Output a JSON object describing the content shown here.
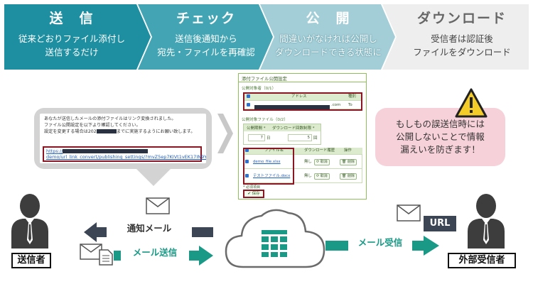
{
  "steps": [
    {
      "title": "送　信",
      "desc": "従来どおりファイル添付し\n送信するだけ",
      "color": "#1e8ea1"
    },
    {
      "title": "チェック",
      "desc": "送信後通知から\n宛先・ファイルを再確認",
      "color": "#43a4b3"
    },
    {
      "title": "公　開",
      "desc": "間違いがなければ公開し\nダウンロードできる状態に",
      "color": "#a4ced7"
    },
    {
      "title": "ダウンロード",
      "desc": "受信者は認証後\nファイルをダウンロード",
      "color": "#eeeeee"
    }
  ],
  "email_preview": {
    "line1": "あなたが送信したメールの添付ファイルはリンク変換されました。",
    "line2": "ファイル公開設定を以下より確認してください。",
    "line3_prefix": "設定を変更する場合は202",
    "line3_suffix": "までに実施するようにお願い致します。",
    "link_line1_prefix": "https://",
    "link_line2": "demo/url_link_convert/publishing_settings/?mvZ5ep7KIVt1vEK17IN9Y"
  },
  "settings_panel": {
    "title": "添付ファイル公開設定",
    "recipients_section": "公開対象者（0/1）",
    "recipients_header_address": "アドレス",
    "recipients_header_type": "種別",
    "recipient_address_suffix": ".com",
    "recipient_type": "To",
    "files_section": "公開対象ファイル（0/2）",
    "period_label": "公開期間 *",
    "download_limit_label": "ダウンロード回数制限 *",
    "period_value": "7",
    "period_unit": "日",
    "limit_value": "5",
    "limit_unit": "回",
    "files_header_name": "ファイル名",
    "files_header_download": "ダウンロード履歴",
    "files_header_action": "操作",
    "files": [
      {
        "name": "demo_file.xlsx",
        "history": "無し",
        "action1": "取消",
        "action2": "削除"
      },
      {
        "name": "テストファイル.docx",
        "history": "無し",
        "action1": "取消",
        "action2": "削除"
      }
    ],
    "note": "* 必須項目",
    "save_label": "保存"
  },
  "warning": {
    "text": "もしもの誤送信時には\n公開しないことで情報\n漏えいを防ぎます！",
    "icon": "warning-triangle-icon",
    "bubble_color": "#f7d1d9"
  },
  "flow": {
    "notify_label": "通知メール",
    "send_label": "メール送信",
    "receive_label": "メール受信",
    "url_tag": "URL",
    "sender_label": "送信者",
    "receiver_label": "外部受信者",
    "accent": "#1a9a86",
    "notify_color": "#3b4553"
  }
}
